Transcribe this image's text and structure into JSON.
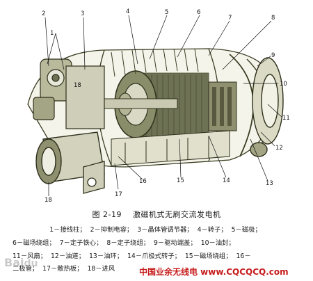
{
  "figure": {
    "number": "图 2-19",
    "title": "激磁机式无刷交流发电机",
    "callouts": [
      "1",
      "2",
      "3",
      "4",
      "5",
      "6",
      "7",
      "8",
      "9",
      "10",
      "11",
      "12",
      "13",
      "14",
      "15",
      "16",
      "17",
      "18"
    ],
    "inner_label": "18"
  },
  "legend": {
    "line1": [
      "1－接线柱；",
      "2－抑制电容；",
      "3－晶体管调节器；",
      "4－转子；",
      "5－磁极；"
    ],
    "line2": [
      "6－磁场绕组；",
      "7－定子铁心；",
      "8－定子绕组；",
      "9－驱动端盖；",
      "10－油封；"
    ],
    "line3": [
      "11－风扇；",
      "12－油道；",
      "13－油环；",
      "14－爪极式转子；",
      "15－磁场绕组；",
      "16－"
    ],
    "line4": [
      "二极管；",
      "17－散热板；",
      "18－进风"
    ]
  },
  "watermark": "中国业余无线电 www.CQCQCQ.com",
  "logo_text": "Baidu"
}
